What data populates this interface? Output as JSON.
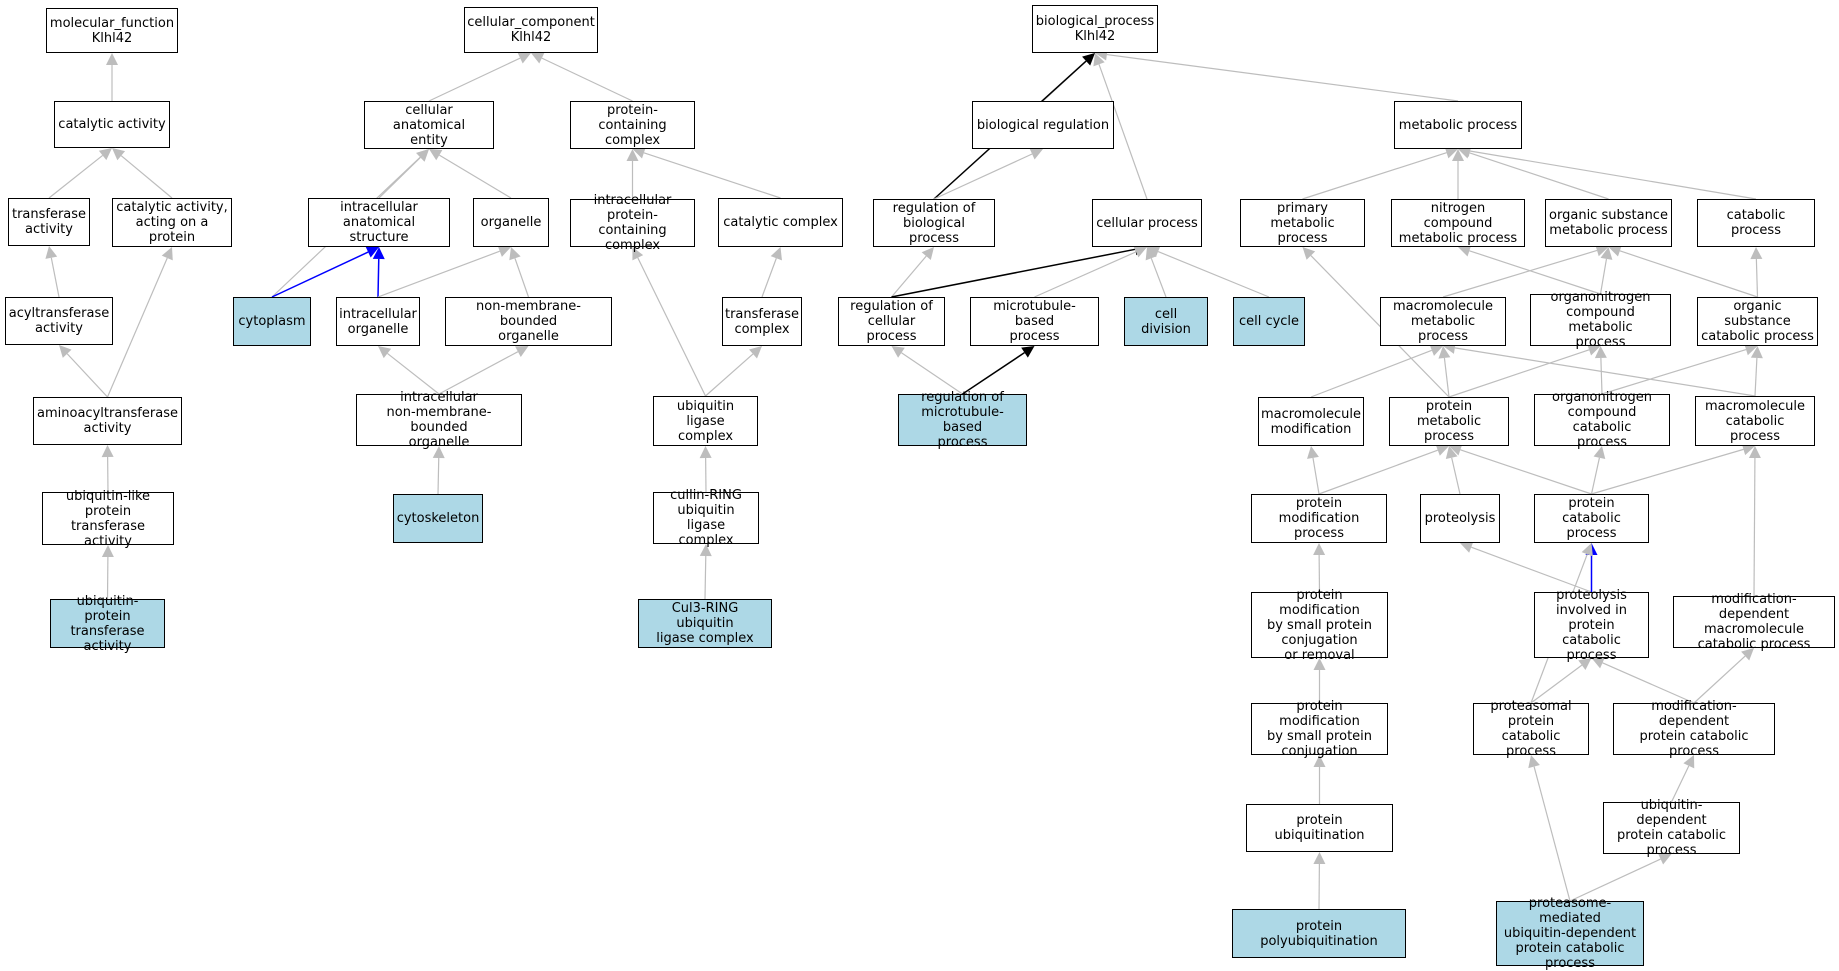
{
  "colors": {
    "highlight": "#add8e6",
    "edge_default": "#bdbdbd",
    "edge_regulates": "#000000",
    "edge_part_of": "#0000ff"
  },
  "nodes": {
    "mf_root": {
      "label": "molecular_function\nKlhl42",
      "highlighted": false
    },
    "catalytic_activity": {
      "label": "catalytic activity",
      "highlighted": false
    },
    "transferase_activity": {
      "label": "transferase\nactivity",
      "highlighted": false
    },
    "catalytic_on_protein": {
      "label": "catalytic activity,\nacting on a\nprotein",
      "highlighted": false
    },
    "acyltransferase": {
      "label": "acyltransferase\nactivity",
      "highlighted": false
    },
    "aminoacyltransferase": {
      "label": "aminoacyltransferase\nactivity",
      "highlighted": false
    },
    "ubl_transferase": {
      "label": "ubiquitin-like\nprotein transferase\nactivity",
      "highlighted": false
    },
    "ub_transferase": {
      "label": "ubiquitin-protein\ntransferase\nactivity",
      "highlighted": true
    },
    "cc_root": {
      "label": "cellular_component\nKlhl42",
      "highlighted": false
    },
    "cellular_anatomical_entity": {
      "label": "cellular anatomical\nentity",
      "highlighted": false
    },
    "protein_containing_complex": {
      "label": "protein-containing\ncomplex",
      "highlighted": false
    },
    "intracellular_anatomical": {
      "label": "intracellular\nanatomical structure",
      "highlighted": false
    },
    "organelle": {
      "label": "organelle",
      "highlighted": false
    },
    "intracellular_pcc": {
      "label": "intracellular\nprotein-containing\ncomplex",
      "highlighted": false
    },
    "catalytic_complex": {
      "label": "catalytic complex",
      "highlighted": false
    },
    "cytoplasm": {
      "label": "cytoplasm",
      "highlighted": true
    },
    "intracellular_organelle": {
      "label": "intracellular\norganelle",
      "highlighted": false
    },
    "nonmembrane_organelle": {
      "label": "non-membrane-bounded\norganelle",
      "highlighted": false
    },
    "transferase_complex": {
      "label": "transferase\ncomplex",
      "highlighted": false
    },
    "intracellular_nonmembrane": {
      "label": "intracellular\nnon-membrane-bounded\norganelle",
      "highlighted": false
    },
    "ub_ligase_complex": {
      "label": "ubiquitin ligase\ncomplex",
      "highlighted": false
    },
    "cytoskeleton": {
      "label": "cytoskeleton",
      "highlighted": true
    },
    "cullin_ring": {
      "label": "cullin-RING\nubiquitin ligase\ncomplex",
      "highlighted": false
    },
    "cul3_ring": {
      "label": "Cul3-RING ubiquitin\nligase complex",
      "highlighted": true
    },
    "bp_root": {
      "label": "biological_process\nKlhl42",
      "highlighted": false
    },
    "biological_regulation": {
      "label": "biological regulation",
      "highlighted": false
    },
    "metabolic_process": {
      "label": "metabolic process",
      "highlighted": false
    },
    "regulation_bp": {
      "label": "regulation of\nbiological process",
      "highlighted": false
    },
    "cellular_process": {
      "label": "cellular process",
      "highlighted": false
    },
    "primary_metabolic": {
      "label": "primary metabolic\nprocess",
      "highlighted": false
    },
    "nitrogen_compound": {
      "label": "nitrogen compound\nmetabolic process",
      "highlighted": false
    },
    "organic_substance_metabolic": {
      "label": "organic substance\nmetabolic process",
      "highlighted": false
    },
    "catabolic_process": {
      "label": "catabolic process",
      "highlighted": false
    },
    "regulation_cp": {
      "label": "regulation of\ncellular process",
      "highlighted": false
    },
    "microtubule_based": {
      "label": "microtubule-based\nprocess",
      "highlighted": false
    },
    "cell_division": {
      "label": "cell division",
      "highlighted": true
    },
    "cell_cycle": {
      "label": "cell cycle",
      "highlighted": true
    },
    "macromolecule_metabolic": {
      "label": "macromolecule\nmetabolic process",
      "highlighted": false
    },
    "organonitrogen_metabolic": {
      "label": "organonitrogen\ncompound metabolic\nprocess",
      "highlighted": false
    },
    "organic_substance_catabolic": {
      "label": "organic substance\ncatabolic process",
      "highlighted": false
    },
    "regulation_mt": {
      "label": "regulation of\nmicrotubule-based\nprocess",
      "highlighted": true
    },
    "macromolecule_modification": {
      "label": "macromolecule\nmodification",
      "highlighted": false
    },
    "protein_metabolic": {
      "label": "protein metabolic\nprocess",
      "highlighted": false
    },
    "organonitrogen_catabolic": {
      "label": "organonitrogen\ncompound catabolic\nprocess",
      "highlighted": false
    },
    "macromolecule_catabolic": {
      "label": "macromolecule\ncatabolic process",
      "highlighted": false
    },
    "protein_modification": {
      "label": "protein modification\nprocess",
      "highlighted": false
    },
    "proteolysis": {
      "label": "proteolysis",
      "highlighted": false
    },
    "protein_catabolic": {
      "label": "protein catabolic\nprocess",
      "highlighted": false
    },
    "pm_small_conj_removal": {
      "label": "protein modification\nby small protein\nconjugation\nor removal",
      "highlighted": false
    },
    "proteolysis_catabolic": {
      "label": "proteolysis\ninvolved in\nprotein catabolic\nprocess",
      "highlighted": false
    },
    "mod_dep_macro_catabolic": {
      "label": "modification-dependent\nmacromolecule\ncatabolic process",
      "highlighted": false
    },
    "pm_small_conj": {
      "label": "protein modification\nby small protein\nconjugation",
      "highlighted": false
    },
    "proteasomal_catabolic": {
      "label": "proteasomal\nprotein catabolic\nprocess",
      "highlighted": false
    },
    "mod_dep_protein_catabolic": {
      "label": "modification-dependent\nprotein catabolic\nprocess",
      "highlighted": false
    },
    "protein_ubiquitination": {
      "label": "protein ubiquitination",
      "highlighted": false
    },
    "ub_dep_catabolic": {
      "label": "ubiquitin-dependent\nprotein catabolic\nprocess",
      "highlighted": false
    },
    "protein_polyubiquitination": {
      "label": "protein polyubiquitination",
      "highlighted": true
    },
    "proteasome_mediated": {
      "label": "proteasome-mediated\nubiquitin-dependent\nprotein catabolic\nprocess",
      "highlighted": true
    }
  },
  "edges": [
    [
      "catalytic_activity",
      "mf_root",
      "is_a"
    ],
    [
      "transferase_activity",
      "catalytic_activity",
      "is_a"
    ],
    [
      "catalytic_on_protein",
      "catalytic_activity",
      "is_a"
    ],
    [
      "acyltransferase",
      "transferase_activity",
      "is_a"
    ],
    [
      "aminoacyltransferase",
      "acyltransferase",
      "is_a"
    ],
    [
      "aminoacyltransferase",
      "catalytic_on_protein",
      "is_a"
    ],
    [
      "ubl_transferase",
      "aminoacyltransferase",
      "is_a"
    ],
    [
      "ub_transferase",
      "ubl_transferase",
      "is_a"
    ],
    [
      "cellular_anatomical_entity",
      "cc_root",
      "is_a"
    ],
    [
      "protein_containing_complex",
      "cc_root",
      "is_a"
    ],
    [
      "intracellular_anatomical",
      "cellular_anatomical_entity",
      "is_a"
    ],
    [
      "organelle",
      "cellular_anatomical_entity",
      "is_a"
    ],
    [
      "cytoplasm",
      "cellular_anatomical_entity",
      "is_a"
    ],
    [
      "cytoplasm",
      "intracellular_anatomical",
      "part_of"
    ],
    [
      "intracellular_organelle",
      "intracellular_anatomical",
      "part_of"
    ],
    [
      "intracellular_organelle",
      "organelle",
      "is_a"
    ],
    [
      "nonmembrane_organelle",
      "organelle",
      "is_a"
    ],
    [
      "intracellular_nonmembrane",
      "intracellular_organelle",
      "is_a"
    ],
    [
      "intracellular_nonmembrane",
      "nonmembrane_organelle",
      "is_a"
    ],
    [
      "cytoskeleton",
      "intracellular_nonmembrane",
      "is_a"
    ],
    [
      "intracellular_pcc",
      "protein_containing_complex",
      "is_a"
    ],
    [
      "catalytic_complex",
      "protein_containing_complex",
      "is_a"
    ],
    [
      "transferase_complex",
      "catalytic_complex",
      "is_a"
    ],
    [
      "ub_ligase_complex",
      "intracellular_pcc",
      "is_a"
    ],
    [
      "ub_ligase_complex",
      "transferase_complex",
      "is_a"
    ],
    [
      "cullin_ring",
      "ub_ligase_complex",
      "is_a"
    ],
    [
      "cul3_ring",
      "cullin_ring",
      "is_a"
    ],
    [
      "biological_regulation",
      "bp_root",
      "is_a"
    ],
    [
      "cellular_process",
      "bp_root",
      "is_a"
    ],
    [
      "metabolic_process",
      "bp_root",
      "is_a"
    ],
    [
      "regulation_bp",
      "bp_root",
      "regulates"
    ],
    [
      "regulation_bp",
      "biological_regulation",
      "is_a"
    ],
    [
      "regulation_cp",
      "regulation_bp",
      "is_a"
    ],
    [
      "regulation_cp",
      "cellular_process",
      "regulates"
    ],
    [
      "microtubule_based",
      "cellular_process",
      "is_a"
    ],
    [
      "cell_division",
      "cellular_process",
      "is_a"
    ],
    [
      "cell_cycle",
      "cellular_process",
      "is_a"
    ],
    [
      "regulation_mt",
      "regulation_cp",
      "is_a"
    ],
    [
      "regulation_mt",
      "microtubule_based",
      "regulates"
    ],
    [
      "primary_metabolic",
      "metabolic_process",
      "is_a"
    ],
    [
      "nitrogen_compound",
      "metabolic_process",
      "is_a"
    ],
    [
      "organic_substance_metabolic",
      "metabolic_process",
      "is_a"
    ],
    [
      "catabolic_process",
      "metabolic_process",
      "is_a"
    ],
    [
      "macromolecule_metabolic",
      "organic_substance_metabolic",
      "is_a"
    ],
    [
      "organonitrogen_metabolic",
      "nitrogen_compound",
      "is_a"
    ],
    [
      "organonitrogen_metabolic",
      "organic_substance_metabolic",
      "is_a"
    ],
    [
      "organic_substance_catabolic",
      "organic_substance_metabolic",
      "is_a"
    ],
    [
      "organic_substance_catabolic",
      "catabolic_process",
      "is_a"
    ],
    [
      "macromolecule_modification",
      "macromolecule_metabolic",
      "is_a"
    ],
    [
      "protein_metabolic",
      "primary_metabolic",
      "is_a"
    ],
    [
      "protein_metabolic",
      "macromolecule_metabolic",
      "is_a"
    ],
    [
      "protein_metabolic",
      "organonitrogen_metabolic",
      "is_a"
    ],
    [
      "organonitrogen_catabolic",
      "organonitrogen_metabolic",
      "is_a"
    ],
    [
      "organonitrogen_catabolic",
      "organic_substance_catabolic",
      "is_a"
    ],
    [
      "macromolecule_catabolic",
      "macromolecule_metabolic",
      "is_a"
    ],
    [
      "macromolecule_catabolic",
      "organic_substance_catabolic",
      "is_a"
    ],
    [
      "protein_modification",
      "macromolecule_modification",
      "is_a"
    ],
    [
      "protein_modification",
      "protein_metabolic",
      "is_a"
    ],
    [
      "proteolysis",
      "protein_metabolic",
      "is_a"
    ],
    [
      "protein_catabolic",
      "protein_metabolic",
      "is_a"
    ],
    [
      "protein_catabolic",
      "organonitrogen_catabolic",
      "is_a"
    ],
    [
      "protein_catabolic",
      "macromolecule_catabolic",
      "is_a"
    ],
    [
      "pm_small_conj_removal",
      "protein_modification",
      "is_a"
    ],
    [
      "proteolysis_catabolic",
      "proteolysis",
      "is_a"
    ],
    [
      "proteolysis_catabolic",
      "protein_catabolic",
      "part_of"
    ],
    [
      "mod_dep_macro_catabolic",
      "macromolecule_catabolic",
      "is_a"
    ],
    [
      "pm_small_conj",
      "pm_small_conj_removal",
      "is_a"
    ],
    [
      "proteasomal_catabolic",
      "protein_catabolic",
      "is_a"
    ],
    [
      "proteasomal_catabolic",
      "proteolysis_catabolic",
      "is_a"
    ],
    [
      "mod_dep_protein_catabolic",
      "proteolysis_catabolic",
      "is_a"
    ],
    [
      "mod_dep_protein_catabolic",
      "mod_dep_macro_catabolic",
      "is_a"
    ],
    [
      "protein_ubiquitination",
      "pm_small_conj",
      "is_a"
    ],
    [
      "ub_dep_catabolic",
      "mod_dep_protein_catabolic",
      "is_a"
    ],
    [
      "protein_polyubiquitination",
      "protein_ubiquitination",
      "is_a"
    ],
    [
      "proteasome_mediated",
      "proteasomal_catabolic",
      "is_a"
    ],
    [
      "proteasome_mediated",
      "ub_dep_catabolic",
      "is_a"
    ]
  ]
}
